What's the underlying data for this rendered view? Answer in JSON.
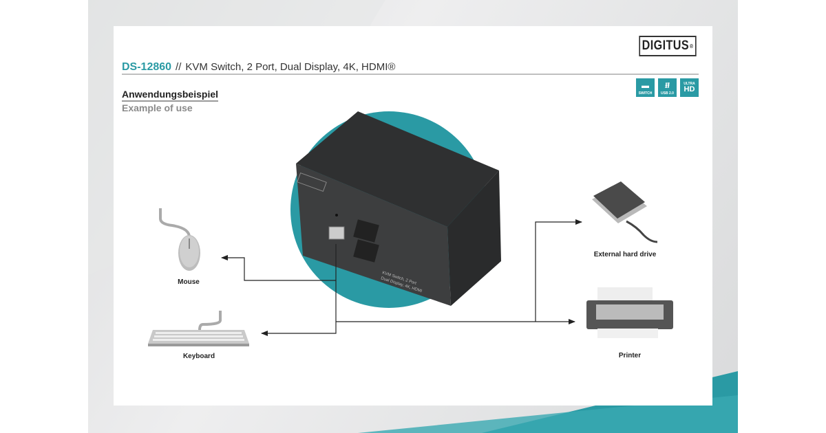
{
  "brand": {
    "logo_text": "DIGITUS",
    "registered_mark": "®"
  },
  "header": {
    "model": "DS-12860",
    "separator": "//",
    "product_title": "KVM Switch, 2 Port, Dual Display, 4K, HDMI®"
  },
  "feature_badges": [
    {
      "icon": "switch-icon",
      "label": "SWITCH"
    },
    {
      "icon": "usb-icon",
      "label": "USB 2.0"
    },
    {
      "icon": "ultra-hd-icon",
      "label": "ULTRA",
      "glyph": "HD"
    }
  ],
  "section": {
    "title_de": "Anwendungsbeispiel",
    "title_en": "Example of use"
  },
  "device": {
    "label_line1": "KVM Switch, 2 Port",
    "label_line2": "Dual Display, 4K, HDMI"
  },
  "peripherals": {
    "mouse": "Mouse",
    "keyboard": "Keyboard",
    "hard_drive": "External hard drive",
    "printer": "Printer"
  },
  "colors": {
    "accent": "#2a9aa4",
    "device": "#3b3c3d",
    "line": "#222222"
  }
}
